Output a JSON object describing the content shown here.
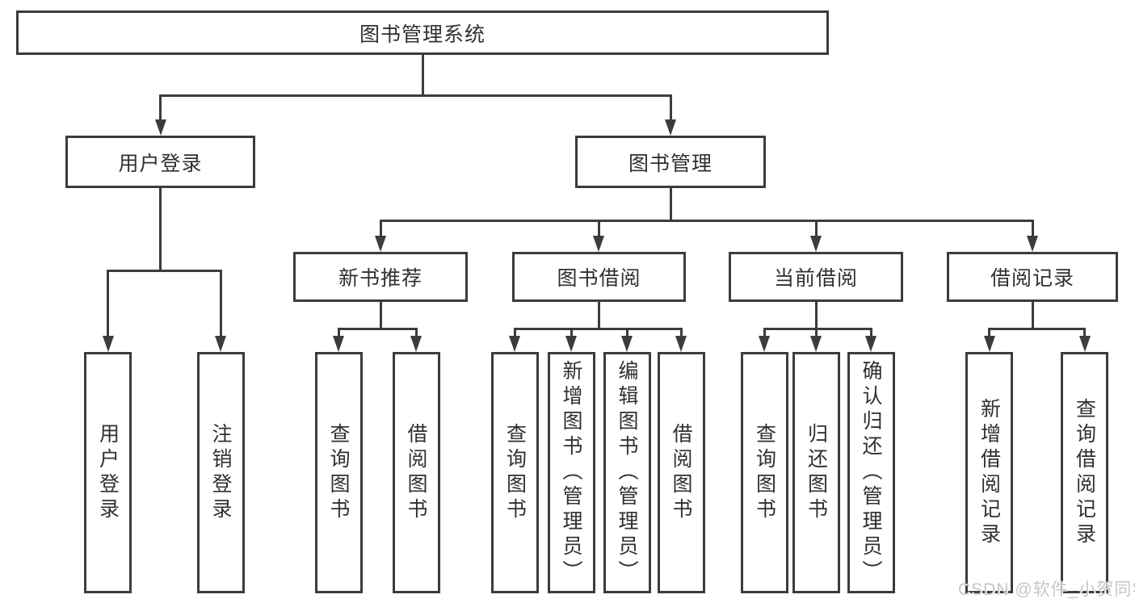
{
  "diagram_title": "图书管理系统",
  "nodes": {
    "root": "图书管理系统",
    "user_login": "用户登录",
    "book_management": "图书管理",
    "new_book_recommend": "新书推荐",
    "book_borrowing": "图书借阅",
    "current_borrowing": "当前借阅",
    "borrowing_records": "借阅记录",
    "leaves": {
      "user_login": "用户登录",
      "logout": "注销登录",
      "query_book_recommend": "查询图书",
      "borrow_book_recommend": "借阅图书",
      "query_book_borrowing": "查询图书",
      "add_book_admin": "新增图书（管理员）",
      "edit_book_admin": "编辑图书（管理员）",
      "borrow_book_borrowing": "借阅图书",
      "query_book_current": "查询图书",
      "return_book": "归还图书",
      "confirm_return_admin": "确认归还（管理员）",
      "add_borrow_record": "新增借阅记录",
      "query_borrow_record": "查询借阅记录"
    }
  },
  "hierarchy": {
    "root": "图书管理系统",
    "branches": [
      {
        "label": "用户登录",
        "children": [
          "用户登录",
          "注销登录"
        ]
      },
      {
        "label": "图书管理",
        "children": [
          {
            "label": "新书推荐",
            "children": [
              "查询图书",
              "借阅图书"
            ]
          },
          {
            "label": "图书借阅",
            "children": [
              "查询图书",
              "新增图书（管理员）",
              "编辑图书（管理员）",
              "借阅图书"
            ]
          },
          {
            "label": "当前借阅",
            "children": [
              "查询图书",
              "归还图书",
              "确认归还（管理员）"
            ]
          },
          {
            "label": "借阅记录",
            "children": [
              "新增借阅记录",
              "查询借阅记录"
            ]
          }
        ]
      }
    ]
  },
  "watermark": "CSDN @软件_小贺同学",
  "colors": {
    "line": "#3c3c3c",
    "text": "#303030",
    "watermark": "#c6c6c6",
    "background": "#ffffff"
  }
}
